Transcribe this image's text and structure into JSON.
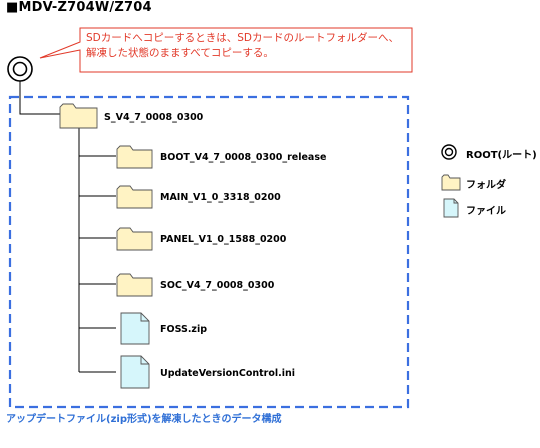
{
  "header": {
    "model_title": "■MDV-Z704W/Z704"
  },
  "callout": {
    "line1": "SDカードへコピーするときは、SDカードのルートフォルダーへ、",
    "line2": "解凍した状態のまますべてコピーする。"
  },
  "tree": {
    "root_folder": "S_V4_7_0008_0300",
    "children": [
      {
        "type": "folder",
        "name": "BOOT_V4_7_0008_0300_release"
      },
      {
        "type": "folder",
        "name": "MAIN_V1_0_3318_0200"
      },
      {
        "type": "folder",
        "name": "PANEL_V1_0_1588_0200"
      },
      {
        "type": "folder",
        "name": "SOC_V4_7_0008_0300"
      },
      {
        "type": "file",
        "name": "FOSS.zip"
      },
      {
        "type": "file",
        "name": "UpdateVersionControl.ini"
      }
    ]
  },
  "legend": {
    "root_label": "ROOT(ルート)",
    "folder_label": "フォルダ",
    "file_label": "ファイル"
  },
  "caption": "アップデートファイル(zip形式)を解凍したときのデータ構成",
  "colors": {
    "callout_border": "#e23a2a",
    "callout_text": "#e23a2a",
    "dashed_border": "#3b6fe0",
    "caption_text": "#2f6fd6",
    "folder_fill": "#fff3c4",
    "file_fill": "#d6f6fb"
  }
}
